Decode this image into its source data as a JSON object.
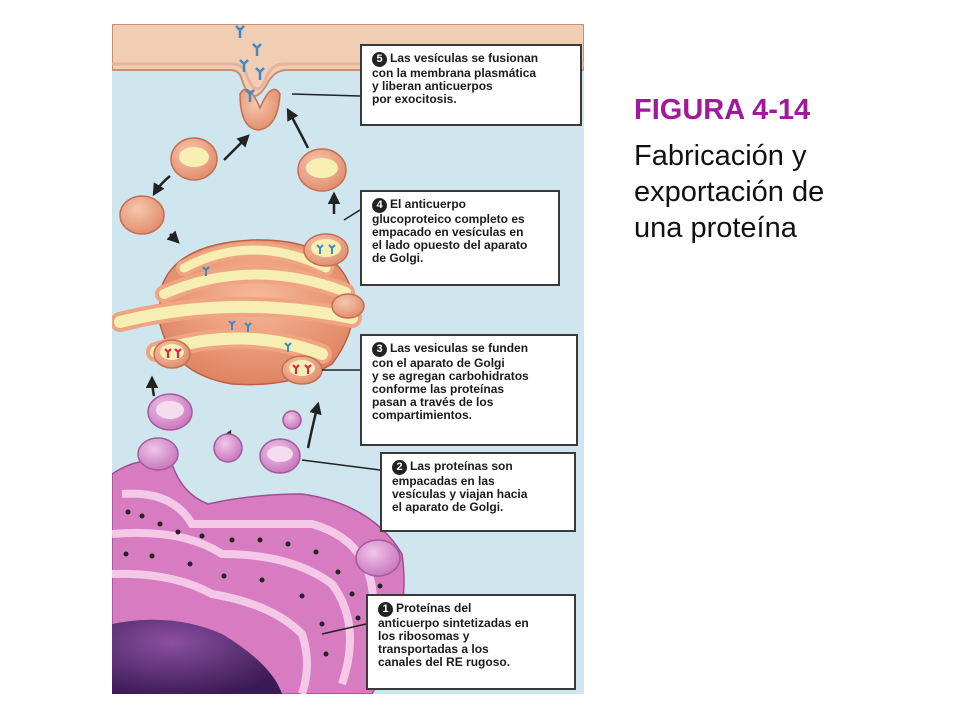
{
  "figure": {
    "title": "FIGURA 4-14",
    "subtitle": "Fabricación y\nexportación de\nuna proteína"
  },
  "steps": [
    {
      "number": "5",
      "text": "Las vesículas se fusionan\ncon la membrana plasmática\ny liberan anticuerpos\npor exocitosis."
    },
    {
      "number": "4",
      "text": "El anticuerpo\nglucoproteico completo es\nempacado en vesículas en\nel lado opuesto del aparato\nde Golgi."
    },
    {
      "number": "3",
      "text": "Las vesiculas se funden\ncon el aparato de Golgi\ny se agregan carbohidratos\nconforme las proteínas\npasan a través de los\ncompartimientos."
    },
    {
      "number": "2",
      "text": "Las proteínas son\nempacadas en las\nvesículas y viajan hacia\nel aparato de Golgi."
    },
    {
      "number": "1",
      "text": "Proteínas del\nanticuerpo sintetizadas en\nlos ribosomas y\ntransportadas a los\ncanales del RE rugoso."
    }
  ],
  "colors": {
    "cytoplasm": "#cfe6ef",
    "membrane": "#f1cdb4",
    "golgi": "#f0a582",
    "golgi_lumen": "#f7efb2",
    "er": "#d87cc2",
    "vesicle_pink": "#d99ad0",
    "antibody_blue": "#3b8ac4",
    "antibody_red": "#e0245a",
    "title": "#a0199a"
  }
}
